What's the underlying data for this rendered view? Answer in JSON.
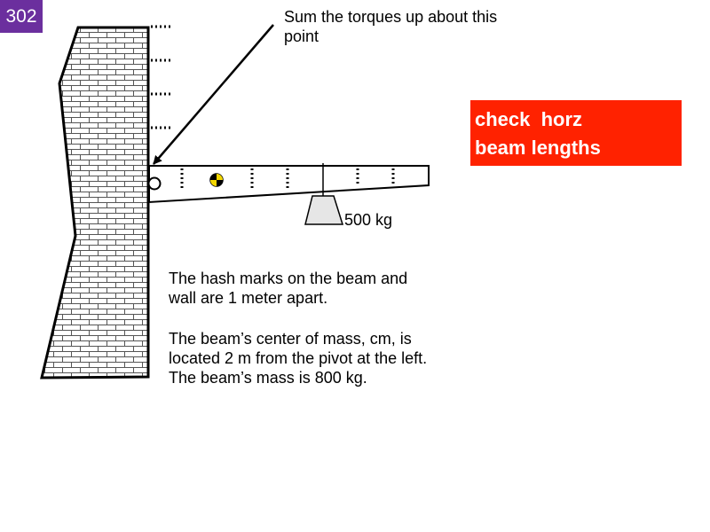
{
  "slide_number": "302",
  "callout_text": "Sum the torques up about this point",
  "mass_label": "500 kg",
  "paragraphs": [
    "The hash marks on the beam and wall are 1 meter apart.",
    "The beam’s center of mass, cm, is located 2 m from the pivot at the left. The beam’s mass is 800 kg."
  ],
  "warning": {
    "line1": "check  horz",
    "line2": "beam lengths"
  },
  "colors": {
    "badge": "#6b2f9e",
    "warning_bg": "#ff2200",
    "brick_line": "#555555",
    "weight_fill": "#e6e6e6",
    "cm_marker": "#f2d600"
  }
}
